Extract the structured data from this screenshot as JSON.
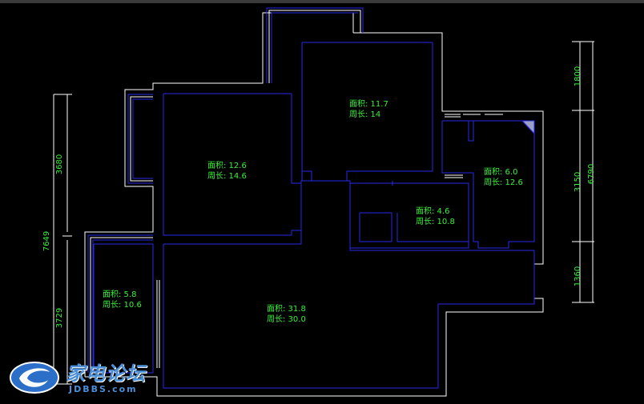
{
  "rooms": [
    {
      "id": "r1",
      "area_label": "面积: 12.6",
      "perim_label": "周长: 14.6"
    },
    {
      "id": "r2",
      "area_label": "面积: 11.7",
      "perim_label": "周长: 14"
    },
    {
      "id": "r3",
      "area_label": "面积: 6.0",
      "perim_label": "周长: 12.6"
    },
    {
      "id": "r4",
      "area_label": "面积: 4.6",
      "perim_label": "周长: 10.8"
    },
    {
      "id": "r5",
      "area_label": "面积: 5.8",
      "perim_label": "周长: 10.6"
    },
    {
      "id": "r6",
      "area_label": "面积: 31.8",
      "perim_label": "周长: 30.0"
    }
  ],
  "dimensions": {
    "left": [
      "3680",
      "7649",
      "3729"
    ],
    "right": [
      "1800",
      "3150",
      "6790",
      "1360"
    ]
  },
  "logo": {
    "main": "家电论坛",
    "sub": "JDBBS.com"
  },
  "colors": {
    "wall": "#ffffff",
    "room": "#2828e6",
    "label": "#38f038",
    "dim": "#ffffff"
  }
}
